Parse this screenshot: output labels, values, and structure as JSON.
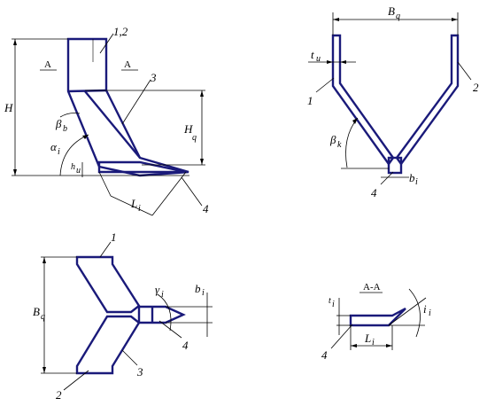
{
  "view1": {
    "part_label": "1,2",
    "part3": "3",
    "part4": "4",
    "section_mark_left": "A",
    "section_mark_right": "A",
    "dim_H": "H",
    "dim_Hq": "H",
    "dim_Hq_sub": "q",
    "dim_hu": "h",
    "dim_hu_sub": "u",
    "dim_Li": "L",
    "dim_Li_sub": "i",
    "angle_beta": "β",
    "angle_beta_sub": "b",
    "angle_alpha": "α",
    "angle_alpha_sub": "i"
  },
  "view2": {
    "dim_Bq": "B",
    "dim_Bq_sub": "q",
    "dim_tu": "t",
    "dim_tu_sub": "u",
    "part1": "1",
    "part2": "2",
    "part4": "4",
    "angle_beta": "β",
    "angle_beta_sub": "k",
    "dim_bi": "b",
    "dim_bi_sub": "i"
  },
  "view3": {
    "part1": "1",
    "part2": "2",
    "part3": "3",
    "part4": "4",
    "dim_Bq": "B",
    "dim_Bq_sub": "q",
    "angle_gamma": "γ",
    "angle_gamma_sub": "i",
    "dim_bi": "b",
    "dim_bi_sub": "i"
  },
  "view4": {
    "title": "A-A",
    "dim_ti": "t",
    "dim_ti_sub": "i",
    "angle_i": "i",
    "angle_i_sub": "i",
    "dim_Li": "L",
    "dim_Li_sub": "i",
    "part4": "4"
  }
}
